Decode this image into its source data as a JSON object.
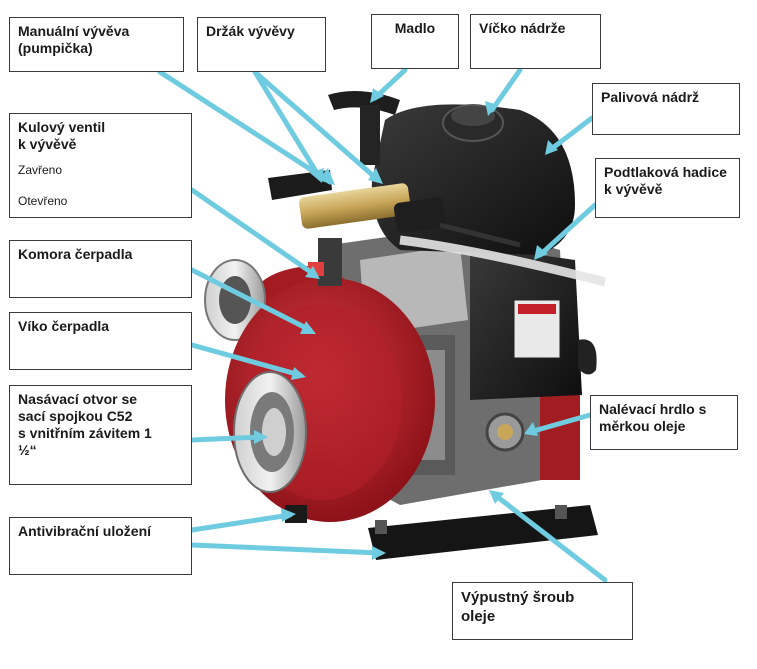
{
  "labels": {
    "manual_pump": "Manuální vývěva\n(pumpička)",
    "pump_holder": "Držák vývěvy",
    "handle": "Madlo",
    "tank_cap": "Víčko nádrže",
    "fuel_tank": "Palivová nádrž",
    "ball_valve": "Kulový ventil\nk vývěvě",
    "ball_valve_closed": "Zavřeno",
    "ball_valve_open": "Otevřeno",
    "vacuum_hose": "Podtlaková hadice\nk vývěvě",
    "pump_chamber": "Komora čerpadla",
    "pump_cover": "Víko čerpadla",
    "suction_inlet": "Nasávací otvor se\nsací spojkou C52\ns vnitřním závitem 1\n½“",
    "oil_filler": "Nalévací hrdlo s\nměrkou oleje",
    "anti_vibration": "Antivibrační uložení",
    "oil_drain": "Výpustný šroub\noleje"
  },
  "colors": {
    "arrow": "#6fcbe0",
    "pump_red": "#b3202a",
    "engine_black": "#1c1c1c",
    "engine_grey": "#8a8a8a",
    "brass": "#c9a75a"
  },
  "icons": {
    "closed": "arrow-right-icon",
    "open": "arrow-up-icon"
  }
}
